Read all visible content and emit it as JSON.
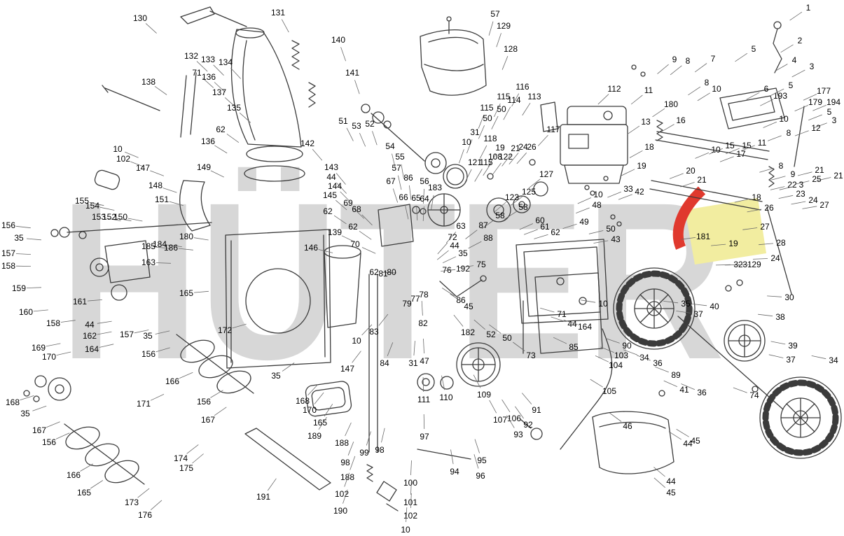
{
  "watermark": {
    "text": "HÜTER",
    "color": "#d7d7d7",
    "accent_yellow": "#f2eda0",
    "accent_red": "#e0392e"
  },
  "diagram": {
    "background": "#ffffff",
    "line_color": "#3b3b3b",
    "label_color": "#000000",
    "labels_format": [
      "part_number",
      "x",
      "y"
    ],
    "labels": [
      [
        "130",
        200,
        30
      ],
      [
        "131",
        397,
        22
      ],
      [
        "132",
        273,
        84
      ],
      [
        "133",
        297,
        89
      ],
      [
        "134",
        322,
        93
      ],
      [
        "71",
        281,
        108
      ],
      [
        "136",
        298,
        114
      ],
      [
        "137",
        313,
        136
      ],
      [
        "135",
        334,
        158
      ],
      [
        "138",
        212,
        121
      ],
      [
        "62",
        315,
        189
      ],
      [
        "136",
        297,
        206
      ],
      [
        "140",
        483,
        61
      ],
      [
        "141",
        503,
        108
      ],
      [
        "142",
        439,
        209
      ],
      [
        "57",
        707,
        24
      ],
      [
        "129",
        719,
        41
      ],
      [
        "128",
        729,
        74
      ],
      [
        "1",
        1154,
        15
      ],
      [
        "2",
        1142,
        62
      ],
      [
        "5",
        1076,
        74
      ],
      [
        "4",
        1134,
        90
      ],
      [
        "3",
        1159,
        99
      ],
      [
        "7",
        1018,
        88
      ],
      [
        "9",
        963,
        89
      ],
      [
        "8",
        982,
        91
      ],
      [
        "11",
        926,
        133
      ],
      [
        "180",
        958,
        153
      ],
      [
        "8",
        1009,
        122
      ],
      [
        "10",
        1023,
        131
      ],
      [
        "6",
        1094,
        131
      ],
      [
        "193",
        1114,
        141
      ],
      [
        "5",
        1129,
        126
      ],
      [
        "177",
        1176,
        134
      ],
      [
        "179",
        1164,
        150
      ],
      [
        "194",
        1190,
        150
      ],
      [
        "5",
        1184,
        164
      ],
      [
        "3",
        1191,
        176
      ],
      [
        "12",
        1165,
        187
      ],
      [
        "10",
        1119,
        174
      ],
      [
        "8",
        1126,
        194
      ],
      [
        "13",
        922,
        178
      ],
      [
        "16",
        972,
        176
      ],
      [
        "18",
        927,
        214
      ],
      [
        "19",
        916,
        241
      ],
      [
        "10",
        1022,
        218
      ],
      [
        "15",
        1042,
        212
      ],
      [
        "17",
        1058,
        224
      ],
      [
        "15",
        1066,
        212
      ],
      [
        "11",
        1088,
        208
      ],
      [
        "8",
        1115,
        241
      ],
      [
        "9",
        1132,
        253
      ],
      [
        "21",
        1170,
        247
      ],
      [
        "25",
        1166,
        260
      ],
      [
        "22",
        1131,
        268
      ],
      [
        "3",
        1144,
        268
      ],
      [
        "23",
        1143,
        281
      ],
      [
        "24",
        1161,
        290
      ],
      [
        "27",
        1177,
        297
      ],
      [
        "21",
        1197,
        255
      ],
      [
        "20",
        986,
        248
      ],
      [
        "21",
        1002,
        261
      ],
      [
        "33",
        897,
        274
      ],
      [
        "42",
        913,
        278
      ],
      [
        "18",
        1080,
        286
      ],
      [
        "26",
        1098,
        301
      ],
      [
        "27",
        1092,
        328
      ],
      [
        "19",
        1047,
        352
      ],
      [
        "181",
        1004,
        342
      ],
      [
        "28",
        1115,
        351
      ],
      [
        "24",
        1107,
        373
      ],
      [
        "32",
        1054,
        382
      ],
      [
        "31",
        1067,
        382
      ],
      [
        "29",
        1080,
        382
      ],
      [
        "30",
        1127,
        429
      ],
      [
        "112",
        877,
        131
      ],
      [
        "117",
        790,
        189
      ],
      [
        "116",
        746,
        128
      ],
      [
        "113",
        763,
        142
      ],
      [
        "115",
        719,
        142
      ],
      [
        "114",
        734,
        147
      ],
      [
        "115",
        695,
        158
      ],
      [
        "50",
        716,
        160
      ],
      [
        "50",
        696,
        173
      ],
      [
        "31",
        678,
        193
      ],
      [
        "10",
        666,
        207
      ],
      [
        "118",
        700,
        202
      ],
      [
        "19",
        714,
        215
      ],
      [
        "108",
        707,
        228
      ],
      [
        "122",
        722,
        228
      ],
      [
        "121",
        678,
        236
      ],
      [
        "115",
        694,
        236
      ],
      [
        "21",
        736,
        216
      ],
      [
        "24",
        747,
        214
      ],
      [
        "26",
        759,
        214
      ],
      [
        "127",
        780,
        253
      ],
      [
        "125",
        755,
        278
      ],
      [
        "123",
        731,
        286
      ],
      [
        "58",
        747,
        300
      ],
      [
        "58",
        714,
        312
      ],
      [
        "87",
        690,
        326
      ],
      [
        "88",
        697,
        344
      ],
      [
        "60",
        771,
        319
      ],
      [
        "61",
        778,
        328
      ],
      [
        "62",
        793,
        336
      ],
      [
        "10",
        854,
        282
      ],
      [
        "48",
        852,
        297
      ],
      [
        "49",
        834,
        321
      ],
      [
        "50",
        872,
        331
      ],
      [
        "43",
        879,
        346
      ],
      [
        "51",
        490,
        177
      ],
      [
        "53",
        509,
        184
      ],
      [
        "52",
        528,
        181
      ],
      [
        "54",
        557,
        213
      ],
      [
        "55",
        571,
        228
      ],
      [
        "57",
        566,
        244
      ],
      [
        "86",
        583,
        258
      ],
      [
        "56",
        606,
        263
      ],
      [
        "183",
        621,
        272
      ],
      [
        "67",
        558,
        263
      ],
      [
        "66",
        576,
        286
      ],
      [
        "69",
        497,
        294
      ],
      [
        "68",
        509,
        303
      ],
      [
        "65",
        594,
        287
      ],
      [
        "64",
        606,
        288
      ],
      [
        "63",
        658,
        327
      ],
      [
        "72",
        646,
        343
      ],
      [
        "44",
        649,
        355
      ],
      [
        "35",
        661,
        366
      ],
      [
        "143",
        473,
        243
      ],
      [
        "44",
        473,
        257
      ],
      [
        "144",
        478,
        270
      ],
      [
        "145",
        471,
        283
      ],
      [
        "62",
        468,
        306
      ],
      [
        "139",
        478,
        336
      ],
      [
        "146",
        444,
        358
      ],
      [
        "172",
        321,
        476
      ],
      [
        "62",
        504,
        328
      ],
      [
        "70",
        507,
        353
      ],
      [
        "10",
        168,
        217
      ],
      [
        "102",
        176,
        231
      ],
      [
        "147",
        204,
        244
      ],
      [
        "148",
        222,
        269
      ],
      [
        "149",
        291,
        243
      ],
      [
        "151",
        231,
        289
      ],
      [
        "155",
        117,
        291
      ],
      [
        "154",
        132,
        298
      ],
      [
        "156",
        12,
        326
      ],
      [
        "153",
        141,
        314
      ],
      [
        "152",
        156,
        314
      ],
      [
        "150",
        172,
        314
      ],
      [
        "35",
        27,
        344
      ],
      [
        "157",
        12,
        366
      ],
      [
        "158",
        12,
        384
      ],
      [
        "159",
        27,
        416
      ],
      [
        "160",
        37,
        450
      ],
      [
        "161",
        114,
        435
      ],
      [
        "185",
        212,
        356
      ],
      [
        "184",
        228,
        353
      ],
      [
        "186",
        244,
        358
      ],
      [
        "180",
        266,
        342
      ],
      [
        "163",
        212,
        379
      ],
      [
        "158",
        76,
        466
      ],
      [
        "44",
        128,
        468
      ],
      [
        "162",
        128,
        484
      ],
      [
        "157",
        181,
        482
      ],
      [
        "164",
        131,
        503
      ],
      [
        "35",
        211,
        484
      ],
      [
        "156",
        212,
        510
      ],
      [
        "165",
        266,
        423
      ],
      [
        "166",
        246,
        549
      ],
      [
        "169",
        55,
        501
      ],
      [
        "170",
        70,
        514
      ],
      [
        "168",
        18,
        579
      ],
      [
        "35",
        36,
        595
      ],
      [
        "167",
        56,
        619
      ],
      [
        "156",
        70,
        636
      ],
      [
        "171",
        205,
        581
      ],
      [
        "166",
        105,
        683
      ],
      [
        "165",
        120,
        708
      ],
      [
        "173",
        188,
        722
      ],
      [
        "176",
        207,
        740
      ],
      [
        "174",
        258,
        659
      ],
      [
        "175",
        266,
        673
      ],
      [
        "156",
        291,
        578
      ],
      [
        "167",
        297,
        604
      ],
      [
        "35",
        394,
        541
      ],
      [
        "147",
        496,
        531
      ],
      [
        "168",
        432,
        577
      ],
      [
        "170",
        442,
        590
      ],
      [
        "165",
        457,
        608
      ],
      [
        "189",
        449,
        627
      ],
      [
        "188",
        488,
        637
      ],
      [
        "188",
        496,
        686
      ],
      [
        "102",
        488,
        710
      ],
      [
        "190",
        486,
        734
      ],
      [
        "191",
        376,
        714
      ],
      [
        "99",
        520,
        651
      ],
      [
        "98",
        542,
        647
      ],
      [
        "98",
        493,
        665
      ],
      [
        "100",
        586,
        694
      ],
      [
        "101",
        586,
        722
      ],
      [
        "102",
        586,
        741
      ],
      [
        "10",
        579,
        761
      ],
      [
        "62",
        534,
        393
      ],
      [
        "81",
        547,
        395
      ],
      [
        "80",
        559,
        393
      ],
      [
        "79",
        581,
        438
      ],
      [
        "77",
        593,
        431
      ],
      [
        "78",
        605,
        425
      ],
      [
        "82",
        604,
        466
      ],
      [
        "83",
        534,
        478
      ],
      [
        "10",
        509,
        491
      ],
      [
        "84",
        549,
        523
      ],
      [
        "31",
        590,
        523
      ],
      [
        "47",
        606,
        520
      ],
      [
        "76",
        638,
        390
      ],
      [
        "192",
        661,
        388
      ],
      [
        "75",
        687,
        382
      ],
      [
        "86",
        658,
        433
      ],
      [
        "45",
        669,
        442
      ],
      [
        "111",
        605,
        575
      ],
      [
        "110",
        637,
        572
      ],
      [
        "109",
        691,
        568
      ],
      [
        "182",
        668,
        479
      ],
      [
        "52",
        701,
        482
      ],
      [
        "50",
        724,
        487
      ],
      [
        "73",
        758,
        512
      ],
      [
        "107",
        714,
        604
      ],
      [
        "106",
        734,
        602
      ],
      [
        "91",
        766,
        590
      ],
      [
        "92",
        754,
        611
      ],
      [
        "93",
        740,
        625
      ],
      [
        "97",
        606,
        628
      ],
      [
        "94",
        649,
        678
      ],
      [
        "95",
        688,
        662
      ],
      [
        "96",
        686,
        684
      ],
      [
        "10",
        861,
        438
      ],
      [
        "71",
        802,
        453
      ],
      [
        "44",
        817,
        467
      ],
      [
        "164",
        835,
        471
      ],
      [
        "85",
        819,
        500
      ],
      [
        "90",
        895,
        498
      ],
      [
        "103",
        887,
        512
      ],
      [
        "104",
        879,
        526
      ],
      [
        "105",
        870,
        563
      ],
      [
        "34",
        920,
        515
      ],
      [
        "36",
        939,
        523
      ],
      [
        "89",
        965,
        540
      ],
      [
        "41",
        977,
        561
      ],
      [
        "36",
        1002,
        565
      ],
      [
        "74",
        1077,
        569
      ],
      [
        "35",
        979,
        438
      ],
      [
        "37",
        997,
        453
      ],
      [
        "40",
        1020,
        442
      ],
      [
        "38",
        1114,
        457
      ],
      [
        "39",
        1132,
        498
      ],
      [
        "37",
        1129,
        518
      ],
      [
        "34",
        1190,
        519
      ],
      [
        "46",
        896,
        613
      ],
      [
        "44",
        982,
        638
      ],
      [
        "45",
        993,
        634
      ],
      [
        "44",
        958,
        692
      ],
      [
        "45",
        958,
        708
      ]
    ]
  }
}
